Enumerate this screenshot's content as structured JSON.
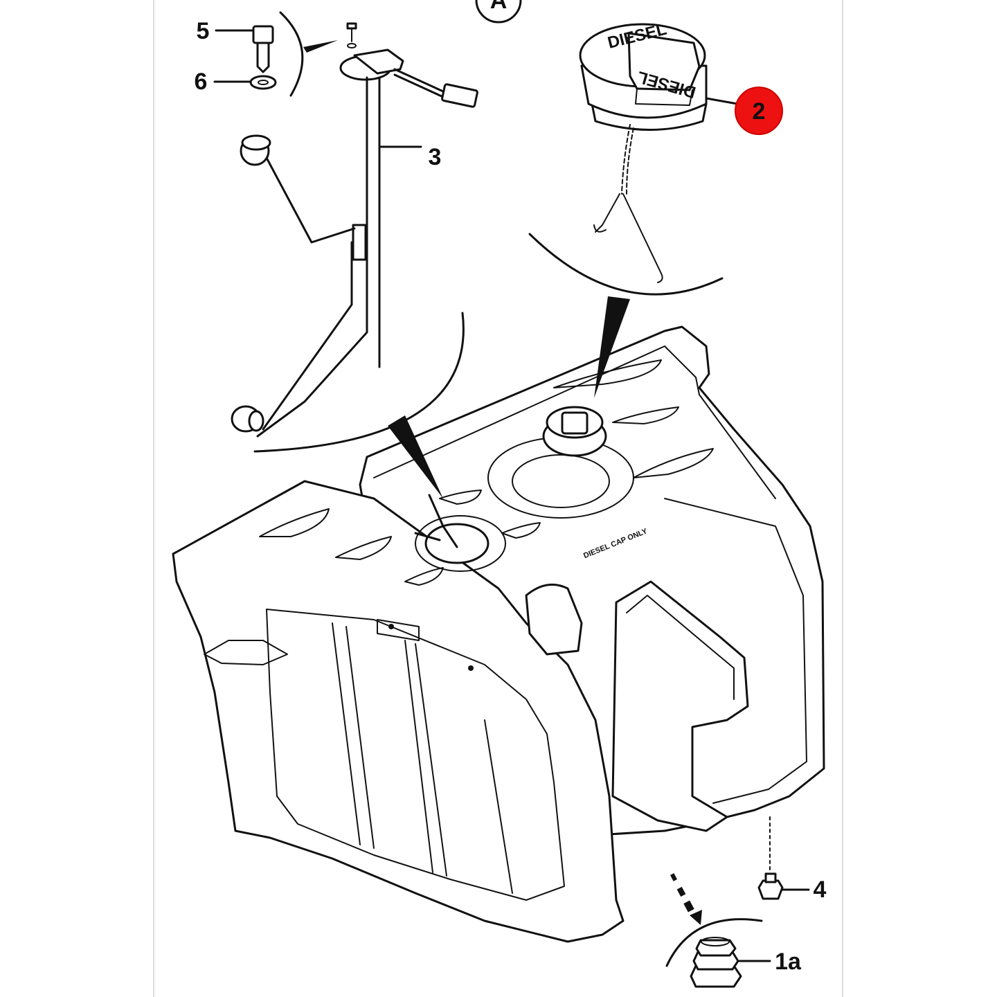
{
  "view_label": "A",
  "callouts": [
    {
      "id": "callout-5",
      "label": "5"
    },
    {
      "id": "callout-6",
      "label": "6"
    },
    {
      "id": "callout-3",
      "label": "3"
    },
    {
      "id": "callout-2",
      "label": "2"
    },
    {
      "id": "callout-4",
      "label": "4"
    },
    {
      "id": "callout-1a",
      "label": "1a"
    }
  ],
  "highlight_color": "#ee1111",
  "cap_embossing": {
    "top": "DIESEL",
    "side": "DIESEL",
    "tank_marking": "DIESEL CAP ONLY"
  }
}
